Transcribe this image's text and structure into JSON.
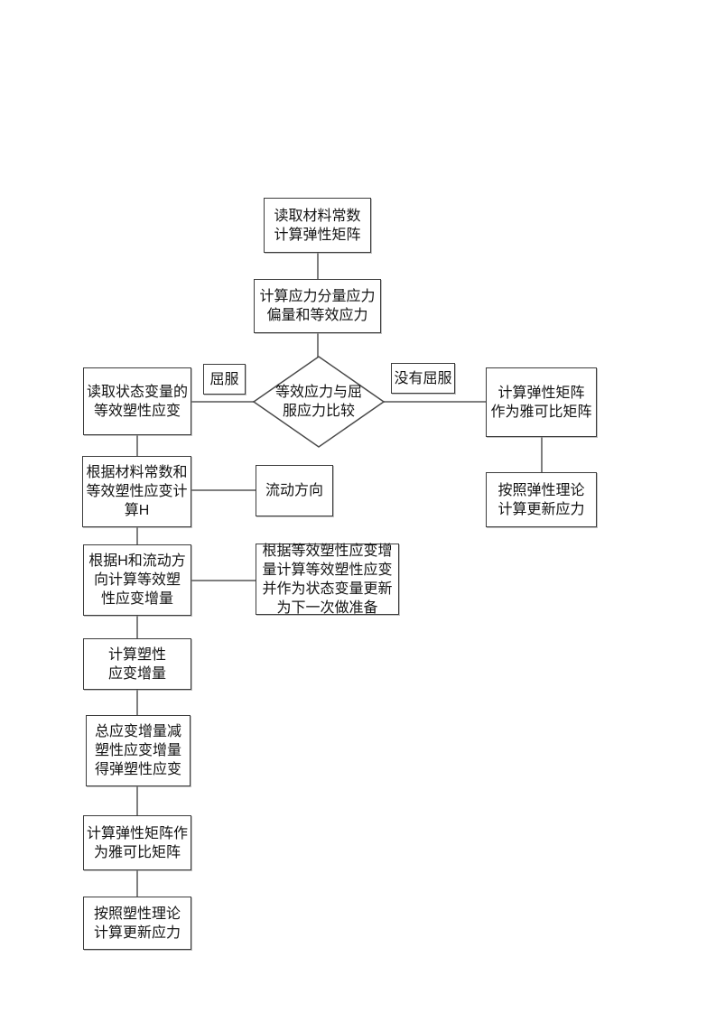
{
  "diagram": {
    "colors": {
      "background": "#ffffff",
      "box_border": "#3c3c3c",
      "connector": "#7f7f7f",
      "text": "#141414"
    },
    "nodes": {
      "read_material": {
        "text": "读取材料常数\n计算弹性矩阵"
      },
      "stress_components": {
        "text": "计算应力分量应力\n偏量和等效应力"
      },
      "decision": {
        "text": "等效应力与屈\n服应力比较"
      },
      "yield_label": {
        "text": "屈服"
      },
      "no_yield_label": {
        "text": "没有屈服"
      },
      "read_state": {
        "text": "读取状态变量的\n等效塑性应变"
      },
      "compute_h": {
        "text": "根据材料常数和\n等效塑性应变计\n算H"
      },
      "flow_direction": {
        "text": "流动方向"
      },
      "eq_plastic_strain_increment": {
        "text": "根据H和流动方\n向计算等效塑\n性应变增量"
      },
      "update_state_variable": {
        "text": "根据等效塑性应变增\n量计算等效塑性应变\n并作为状态变量更新\n为下一次做准备"
      },
      "plastic_strain_increment": {
        "text": "计算塑性\n应变增量"
      },
      "elastoplastic_strain": {
        "text": "总应变增量减\n塑性应变增量\n得弹塑性应变"
      },
      "jacobian_plastic": {
        "text": "计算弹性矩阵作\n为雅可比矩阵"
      },
      "update_stress_plastic": {
        "text": "按照塑性理论\n计算更新应力"
      },
      "jacobian_elastic": {
        "text": "计算弹性矩阵\n作为雅可比矩阵"
      },
      "update_stress_elastic": {
        "text": "按照弹性理论\n计算更新应力"
      }
    }
  }
}
